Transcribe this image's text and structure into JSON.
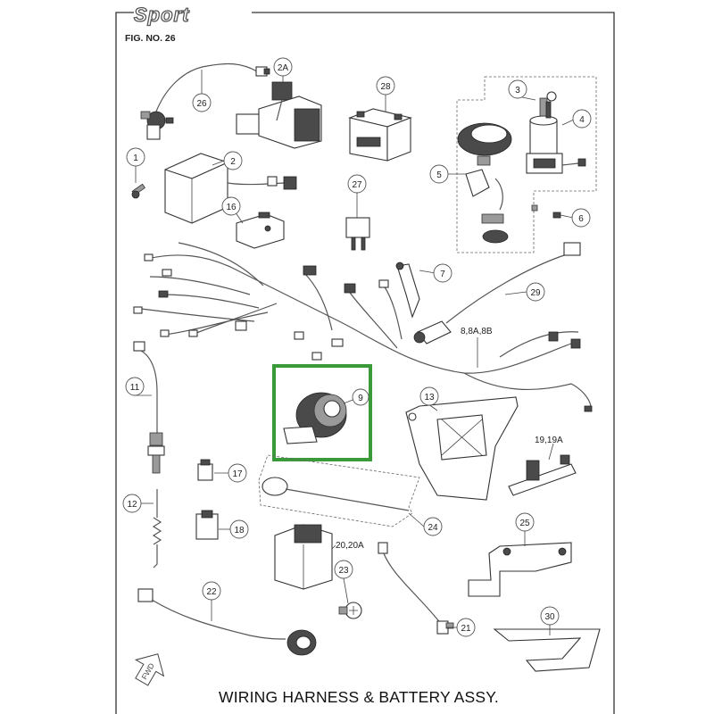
{
  "brand": "Sport",
  "fig_label": "FIG. NO. 26",
  "title": "WIRING HARNESS & BATTERY ASSY.",
  "fwd_label": "FWD",
  "highlight_color": "#3a9a3a",
  "callouts": {
    "c1": "1",
    "c2": "2",
    "c2a": "2A",
    "c3": "3",
    "c4": "4",
    "c5": "5",
    "c6": "6",
    "c7": "7",
    "c9": "9",
    "c11": "11",
    "c12": "12",
    "c13": "13",
    "c16": "16",
    "c17": "17",
    "c18": "18",
    "c21": "21",
    "c22": "22",
    "c23": "23",
    "c24": "24",
    "c25": "25",
    "c26": "26",
    "c27": "27",
    "c28": "28",
    "c29": "29",
    "c30": "30"
  },
  "plain_labels": {
    "l8": "8,8A,8B",
    "l19": "19,19A",
    "l20": "20,20A"
  }
}
